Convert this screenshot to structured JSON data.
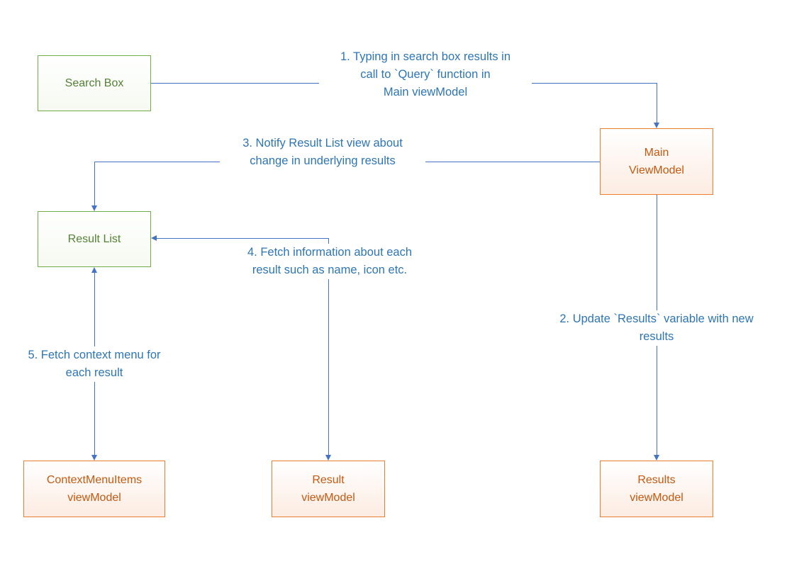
{
  "diagram": {
    "boxes": {
      "search_box": {
        "label": "Search Box"
      },
      "main_viewmodel": {
        "label": "Main\nViewModel"
      },
      "result_list": {
        "label": "Result List"
      },
      "contextmenuitems_viewmodel": {
        "label": "ContextMenuItems\nviewModel"
      },
      "result_viewmodel": {
        "label": "Result\nviewModel"
      },
      "results_viewmodel": {
        "label": "Results\nviewModel"
      }
    },
    "annotations": {
      "step1": "1. Typing in search box results in\ncall to `Query` function in\nMain viewModel",
      "step2": "2. Update `Results` variable with new\nresults",
      "step3": "3. Notify Result List view about\nchange in underlying results",
      "step4": "4. Fetch information about each\nresult such as name, icon etc.",
      "step5": "5. Fetch context menu for\neach result"
    },
    "colors": {
      "view_box_border": "#70AD47",
      "view_box_text": "#538135",
      "viewmodel_box_border": "#ED7D31",
      "viewmodel_box_text": "#C45911",
      "connector": "#4472C4",
      "annotation_text": "#2E75B6"
    }
  }
}
